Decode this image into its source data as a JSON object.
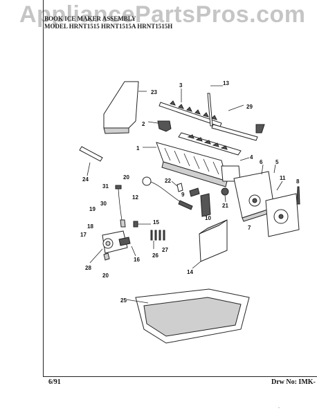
{
  "watermark": "AppliancePartsPros.com",
  "title_block": {
    "line1": "BOOK  ICE MAKER ASSEMBLY",
    "line2": "MODEL  HRNT1515  HRNT1515A  HRNT1515H"
  },
  "footer": {
    "date": "6/91",
    "drawing_number": "Drw No: IMK-",
    "mark": "."
  },
  "callouts": [
    "1",
    "2",
    "3",
    "4",
    "5",
    "6",
    "7",
    "8",
    "9",
    "10",
    "11",
    "12",
    "13",
    "14",
    "15",
    "16",
    "17",
    "18",
    "19",
    "20",
    "20",
    "21",
    "22",
    "23",
    "24",
    "25",
    "26",
    "27",
    "28",
    "29",
    "30",
    "31"
  ]
}
